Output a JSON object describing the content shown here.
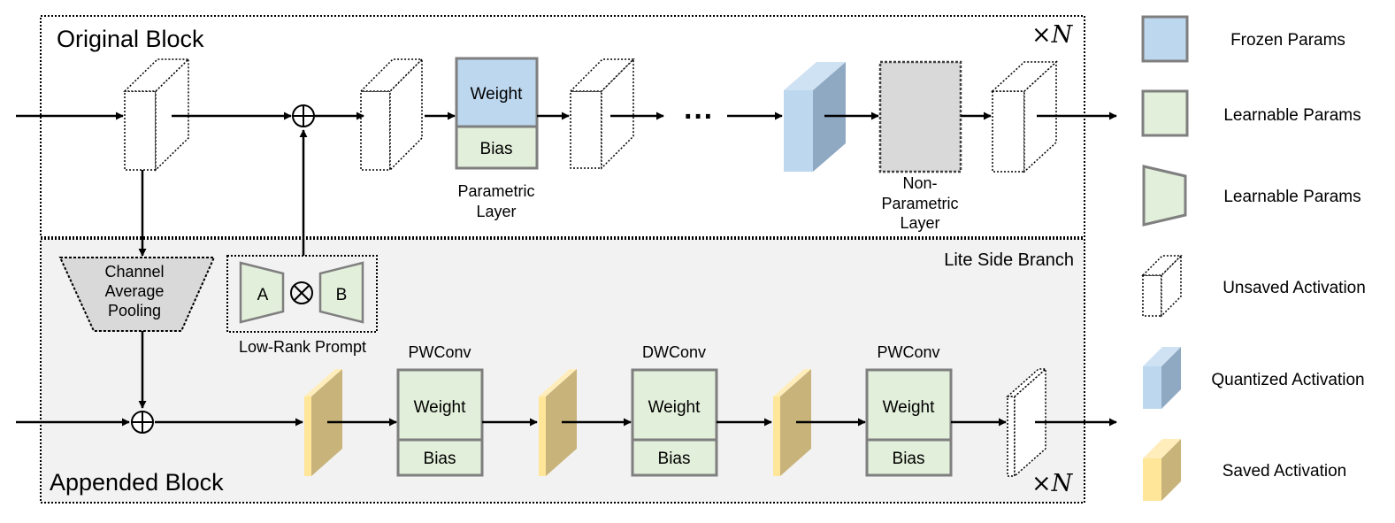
{
  "original_block": {
    "title": "Original Block",
    "repeat": "×N",
    "param_layer": {
      "weight": "Weight",
      "bias": "Bias",
      "caption_line1": "Parametric",
      "caption_line2": "Layer"
    },
    "ellipsis": "···",
    "nonparam_caption": [
      "Non-",
      "Parametric",
      "Layer"
    ]
  },
  "side_branch": {
    "label": "Lite Side Branch",
    "pooling": [
      "Channel",
      "Average",
      "Pooling"
    ],
    "prompt": {
      "a": "A",
      "b": "B",
      "caption": "Low-Rank Prompt"
    }
  },
  "appended_block": {
    "title": "Appended Block",
    "repeat": "×N",
    "convs": [
      {
        "name": "PWConv",
        "weight": "Weight",
        "bias": "Bias"
      },
      {
        "name": "DWConv",
        "weight": "Weight",
        "bias": "Bias"
      },
      {
        "name": "PWConv",
        "weight": "Weight",
        "bias": "Bias"
      }
    ]
  },
  "legend": [
    {
      "label": "Frozen Params",
      "icon": "frozen-params-icon"
    },
    {
      "label": "Learnable Params",
      "icon": "learnable-params-square-icon"
    },
    {
      "label": "Learnable Params",
      "icon": "learnable-params-trapezoid-icon"
    },
    {
      "label": "Unsaved Activation",
      "icon": "unsaved-activation-icon"
    },
    {
      "label": "Quantized Activation",
      "icon": "quantized-activation-icon"
    },
    {
      "label": "Saved Activation",
      "icon": "saved-activation-icon"
    }
  ],
  "colors": {
    "frozen": "#bdd7ee",
    "learnable": "#e2efda",
    "nonparam": "#d9d9d9",
    "quant_front": "#bdd7ee",
    "quant_side": "#8fa9c2",
    "saved_front": "#ffe699",
    "saved_side": "#c8b37a",
    "branch_bg": "#f2f2f2",
    "stroke": "#7f7f7f"
  }
}
